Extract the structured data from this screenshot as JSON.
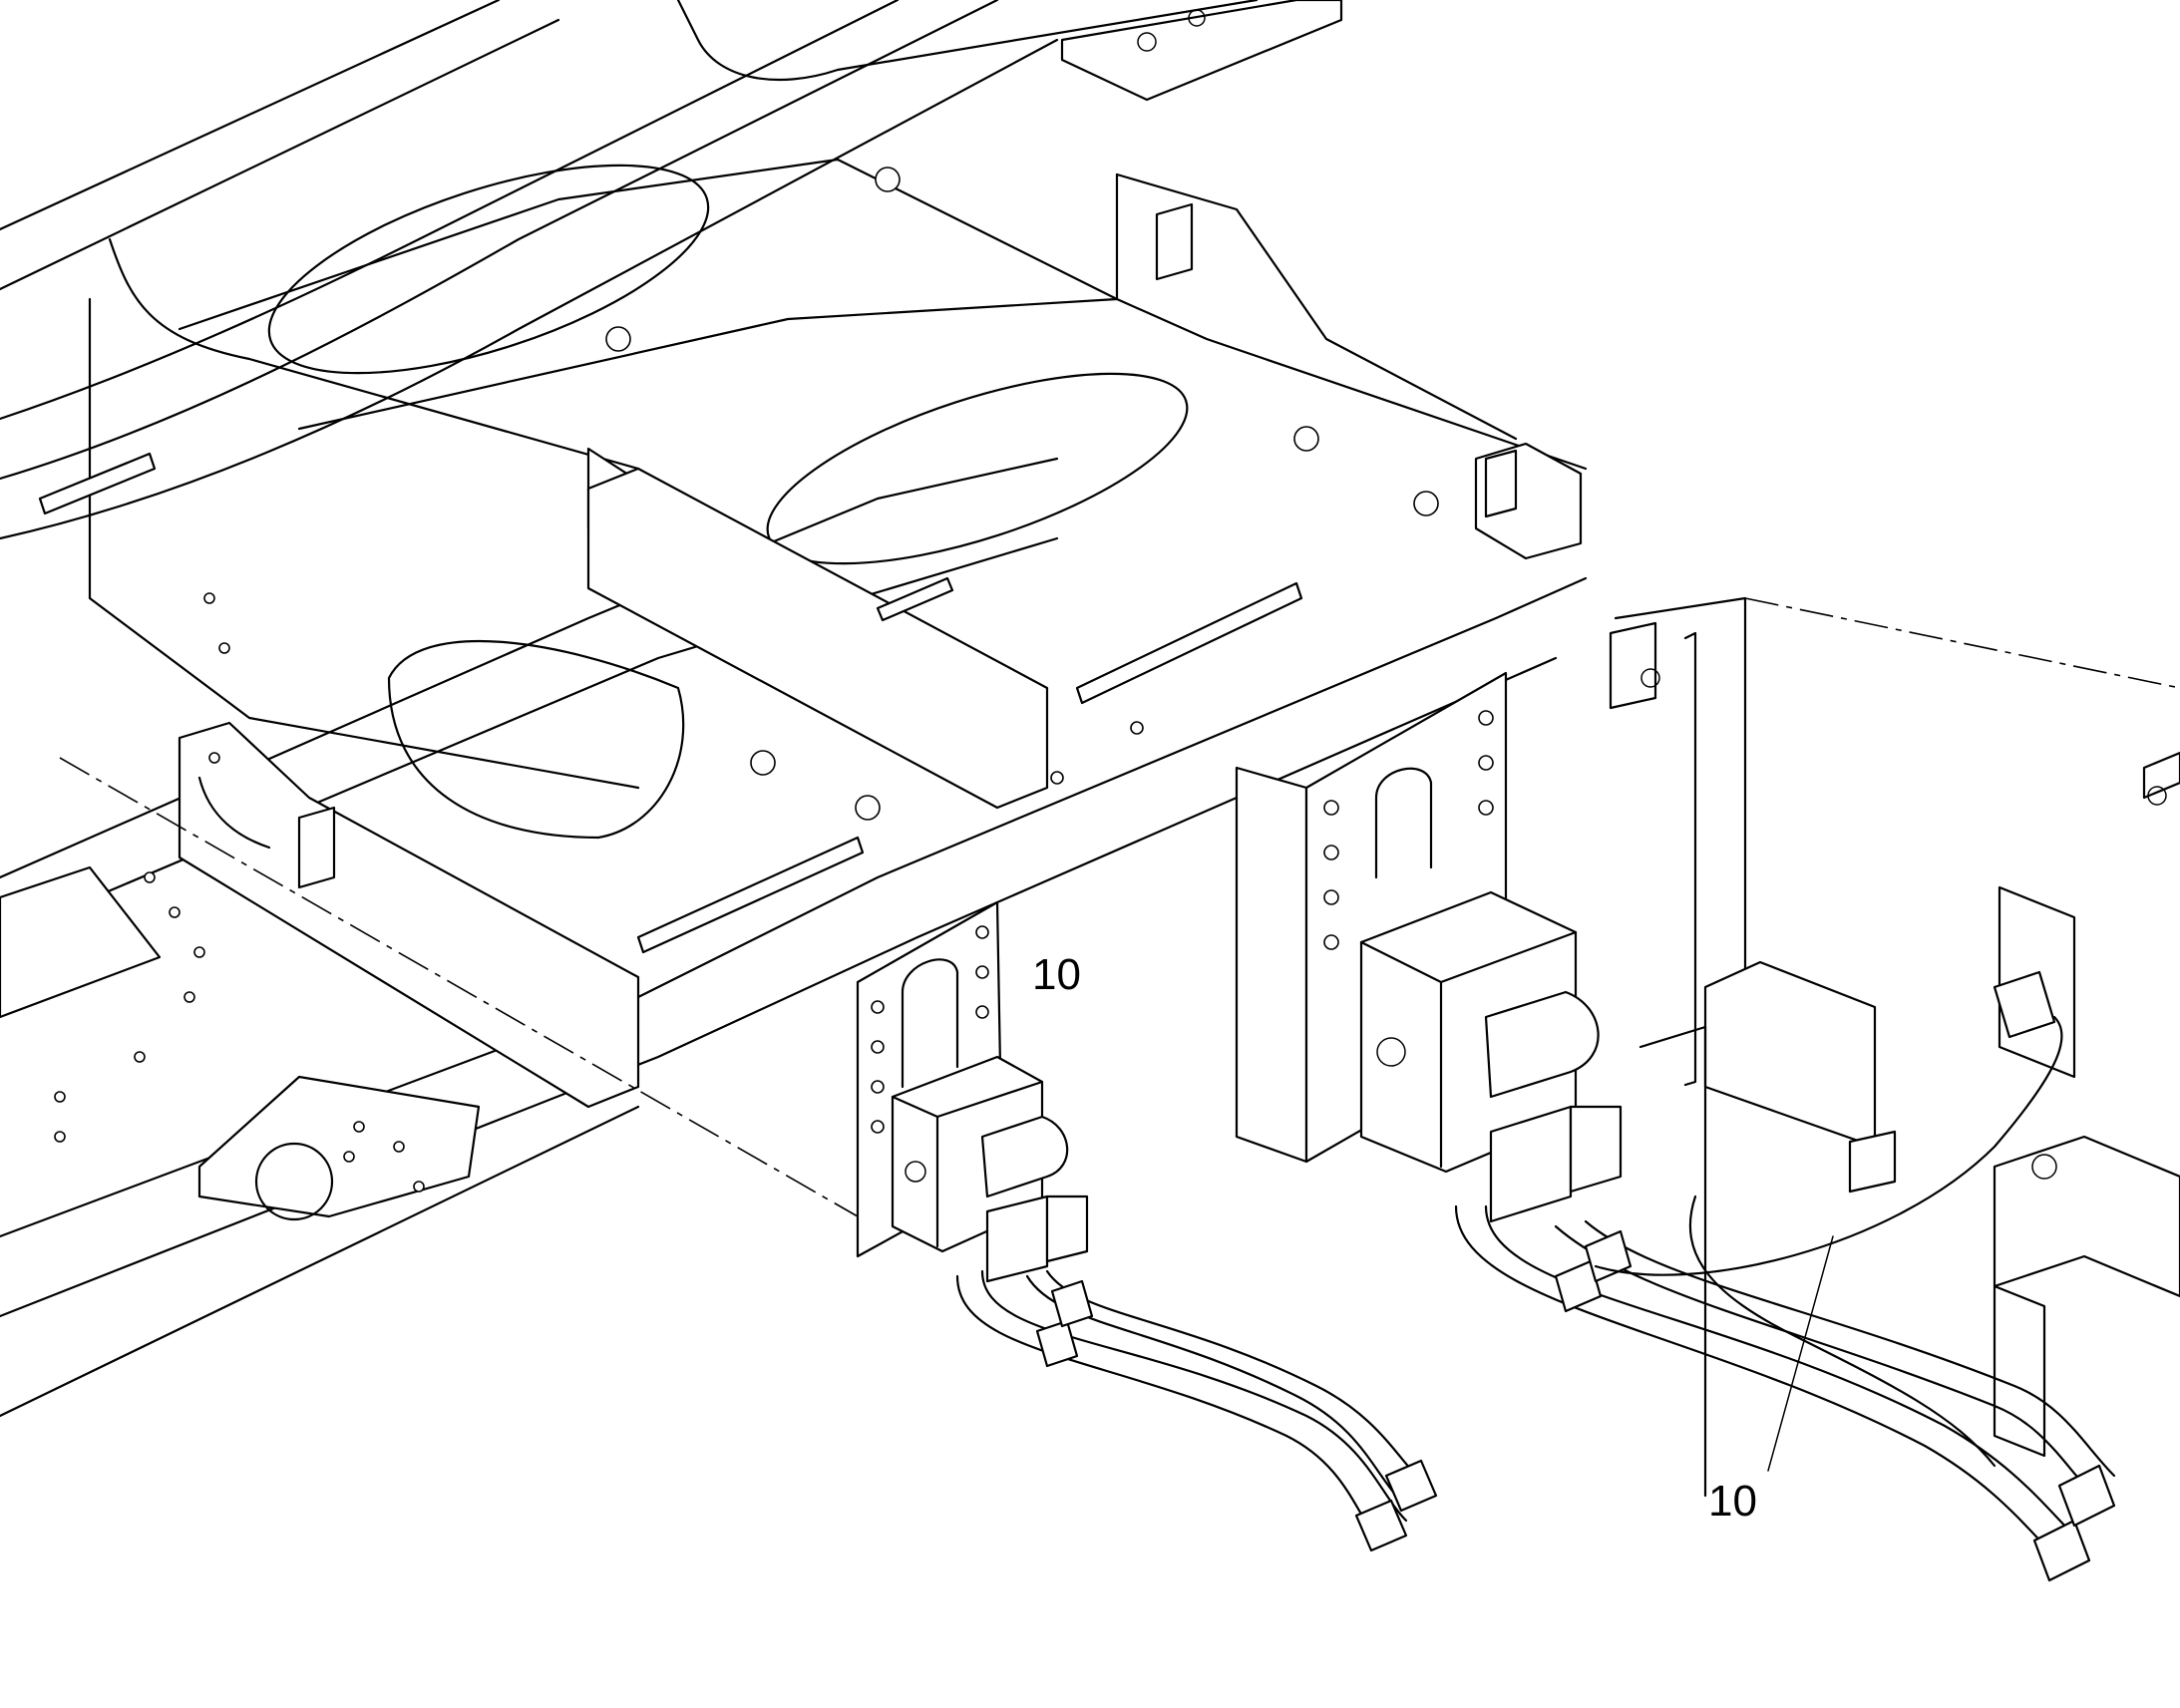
{
  "callouts": [
    {
      "id": "left-valve",
      "label": "10"
    },
    {
      "id": "right-valve",
      "label": "10"
    }
  ],
  "colors": {
    "line": "#000000",
    "background": "#ffffff"
  }
}
